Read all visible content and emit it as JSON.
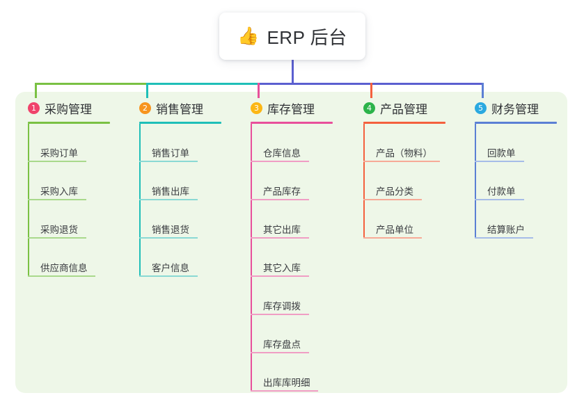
{
  "title": {
    "emoji": "👍",
    "emoji_name": "thumbs-up-icon",
    "text": "ERP 后台"
  },
  "colors": {
    "panel_bg": "#eef7e8",
    "page_bg": "#ffffff",
    "title_stem": "#5b5fd0",
    "col1": "#7ac143",
    "col2": "#1fbfb8",
    "col3": "#e8509b",
    "col4": "#f4603e",
    "col5": "#5b7fd4",
    "badge1": "#f0436b",
    "badge2": "#f7941e",
    "badge3": "#fcb715",
    "badge4": "#2cb34a",
    "badge5": "#2aa9e0",
    "text": "#2f3135",
    "item_text": "#3a3c40"
  },
  "columns": [
    {
      "index": "1",
      "title": "采购管理",
      "accent": "#7ac143",
      "badge_color": "#f0436b",
      "rule_color": "#a9d98c",
      "head_rule_width": 118,
      "items": [
        {
          "label": "采购订单",
          "rule_width": 84
        },
        {
          "label": "采购入库",
          "rule_width": 84
        },
        {
          "label": "采购退货",
          "rule_width": 84
        },
        {
          "label": "供应商信息",
          "rule_width": 97
        }
      ]
    },
    {
      "index": "2",
      "title": "销售管理",
      "accent": "#1fbfb8",
      "badge_color": "#f7941e",
      "rule_color": "#8ad9d4",
      "head_rule_width": 118,
      "items": [
        {
          "label": "销售订单",
          "rule_width": 84
        },
        {
          "label": "销售出库",
          "rule_width": 84
        },
        {
          "label": "销售退货",
          "rule_width": 84
        },
        {
          "label": "客户信息",
          "rule_width": 84
        }
      ]
    },
    {
      "index": "3",
      "title": "库存管理",
      "accent": "#e8509b",
      "badge_color": "#fcb715",
      "rule_color": "#f09dc4",
      "head_rule_width": 118,
      "items": [
        {
          "label": "仓库信息",
          "rule_width": 84
        },
        {
          "label": "产品库存",
          "rule_width": 84
        },
        {
          "label": "其它出库",
          "rule_width": 84
        },
        {
          "label": "其它入库",
          "rule_width": 84
        },
        {
          "label": "库存调拨",
          "rule_width": 84
        },
        {
          "label": "库存盘点",
          "rule_width": 84
        },
        {
          "label": "出库库明细",
          "rule_width": 97
        }
      ]
    },
    {
      "index": "4",
      "title": "产品管理",
      "accent": "#f4603e",
      "badge_color": "#2cb34a",
      "rule_color": "#f7aa97",
      "head_rule_width": 118,
      "items": [
        {
          "label": "产品（物料）",
          "rule_width": 110
        },
        {
          "label": "产品分类",
          "rule_width": 84
        },
        {
          "label": "产品单位",
          "rule_width": 84
        }
      ]
    },
    {
      "index": "5",
      "title": "财务管理",
      "accent": "#5b7fd4",
      "badge_color": "#2aa9e0",
      "rule_color": "#a6bce8",
      "head_rule_width": 118,
      "items": [
        {
          "label": "回款单",
          "rule_width": 71
        },
        {
          "label": "付款单",
          "rule_width": 71
        },
        {
          "label": "结算账户",
          "rule_width": 84
        }
      ]
    }
  ]
}
